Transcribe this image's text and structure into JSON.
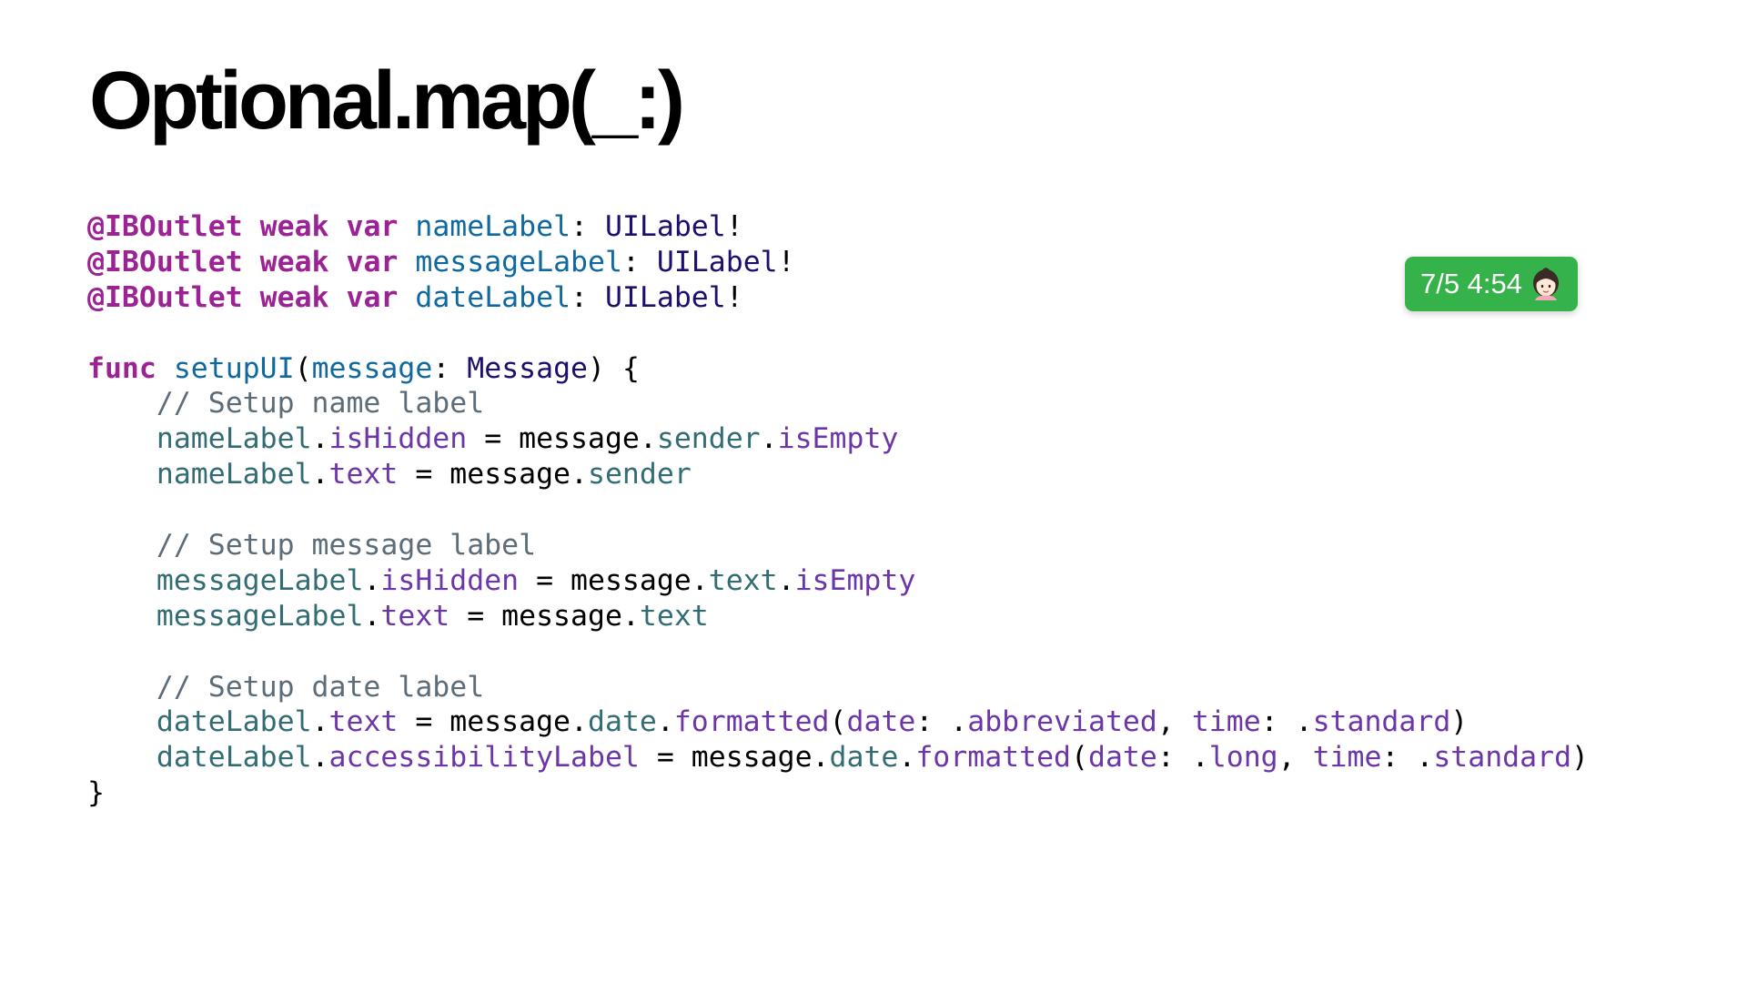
{
  "slide": {
    "title": "Optional.map(_:)"
  },
  "badge": {
    "text": "7/5 4:54",
    "avatar_icon": "person-emoji-icon",
    "background": "#36b24a"
  },
  "code": {
    "font_colors": {
      "keyword": "#9b2393",
      "declaration": "#0f68a0",
      "type": "#1c0f6e",
      "property": "#326d74",
      "member": "#6c36a9",
      "comment": "#5d6c79",
      "plain": "#000000"
    },
    "lines": [
      [
        [
          "kw",
          "@IBOutlet"
        ],
        [
          "plain",
          " "
        ],
        [
          "kw",
          "weak"
        ],
        [
          "plain",
          " "
        ],
        [
          "kw",
          "var"
        ],
        [
          "plain",
          " "
        ],
        [
          "decl",
          "nameLabel"
        ],
        [
          "plain",
          ": "
        ],
        [
          "type",
          "UILabel"
        ],
        [
          "plain",
          "!"
        ]
      ],
      [
        [
          "kw",
          "@IBOutlet"
        ],
        [
          "plain",
          " "
        ],
        [
          "kw",
          "weak"
        ],
        [
          "plain",
          " "
        ],
        [
          "kw",
          "var"
        ],
        [
          "plain",
          " "
        ],
        [
          "decl",
          "messageLabel"
        ],
        [
          "plain",
          ": "
        ],
        [
          "type",
          "UILabel"
        ],
        [
          "plain",
          "!"
        ]
      ],
      [
        [
          "kw",
          "@IBOutlet"
        ],
        [
          "plain",
          " "
        ],
        [
          "kw",
          "weak"
        ],
        [
          "plain",
          " "
        ],
        [
          "kw",
          "var"
        ],
        [
          "plain",
          " "
        ],
        [
          "decl",
          "dateLabel"
        ],
        [
          "plain",
          ": "
        ],
        [
          "type",
          "UILabel"
        ],
        [
          "plain",
          "!"
        ]
      ],
      [],
      [
        [
          "kw",
          "func"
        ],
        [
          "plain",
          " "
        ],
        [
          "decl",
          "setupUI"
        ],
        [
          "plain",
          "("
        ],
        [
          "decl",
          "message"
        ],
        [
          "plain",
          ": "
        ],
        [
          "type",
          "Message"
        ],
        [
          "plain",
          ") {"
        ]
      ],
      [
        [
          "plain",
          "    "
        ],
        [
          "comment",
          "// Setup name label"
        ]
      ],
      [
        [
          "plain",
          "    "
        ],
        [
          "prop",
          "nameLabel"
        ],
        [
          "plain",
          "."
        ],
        [
          "member",
          "isHidden"
        ],
        [
          "plain",
          " = message."
        ],
        [
          "prop",
          "sender"
        ],
        [
          "plain",
          "."
        ],
        [
          "member",
          "isEmpty"
        ]
      ],
      [
        [
          "plain",
          "    "
        ],
        [
          "prop",
          "nameLabel"
        ],
        [
          "plain",
          "."
        ],
        [
          "member",
          "text"
        ],
        [
          "plain",
          " = message."
        ],
        [
          "prop",
          "sender"
        ]
      ],
      [],
      [
        [
          "plain",
          "    "
        ],
        [
          "comment",
          "// Setup message label"
        ]
      ],
      [
        [
          "plain",
          "    "
        ],
        [
          "prop",
          "messageLabel"
        ],
        [
          "plain",
          "."
        ],
        [
          "member",
          "isHidden"
        ],
        [
          "plain",
          " = message."
        ],
        [
          "prop",
          "text"
        ],
        [
          "plain",
          "."
        ],
        [
          "member",
          "isEmpty"
        ]
      ],
      [
        [
          "plain",
          "    "
        ],
        [
          "prop",
          "messageLabel"
        ],
        [
          "plain",
          "."
        ],
        [
          "member",
          "text"
        ],
        [
          "plain",
          " = message."
        ],
        [
          "prop",
          "text"
        ]
      ],
      [],
      [
        [
          "plain",
          "    "
        ],
        [
          "comment",
          "// Setup date label"
        ]
      ],
      [
        [
          "plain",
          "    "
        ],
        [
          "prop",
          "dateLabel"
        ],
        [
          "plain",
          "."
        ],
        [
          "member",
          "text"
        ],
        [
          "plain",
          " = message."
        ],
        [
          "prop",
          "date"
        ],
        [
          "plain",
          "."
        ],
        [
          "member",
          "formatted"
        ],
        [
          "plain",
          "("
        ],
        [
          "member",
          "date"
        ],
        [
          "plain",
          ": ."
        ],
        [
          "member",
          "abbreviated"
        ],
        [
          "plain",
          ", "
        ],
        [
          "member",
          "time"
        ],
        [
          "plain",
          ": ."
        ],
        [
          "member",
          "standard"
        ],
        [
          "plain",
          ")"
        ]
      ],
      [
        [
          "plain",
          "    "
        ],
        [
          "prop",
          "dateLabel"
        ],
        [
          "plain",
          "."
        ],
        [
          "member",
          "accessibilityLabel"
        ],
        [
          "plain",
          " = message."
        ],
        [
          "prop",
          "date"
        ],
        [
          "plain",
          "."
        ],
        [
          "member",
          "formatted"
        ],
        [
          "plain",
          "("
        ],
        [
          "member",
          "date"
        ],
        [
          "plain",
          ": ."
        ],
        [
          "member",
          "long"
        ],
        [
          "plain",
          ", "
        ],
        [
          "member",
          "time"
        ],
        [
          "plain",
          ": ."
        ],
        [
          "member",
          "standard"
        ],
        [
          "plain",
          ")"
        ]
      ],
      [
        [
          "plain",
          "}"
        ]
      ]
    ]
  }
}
